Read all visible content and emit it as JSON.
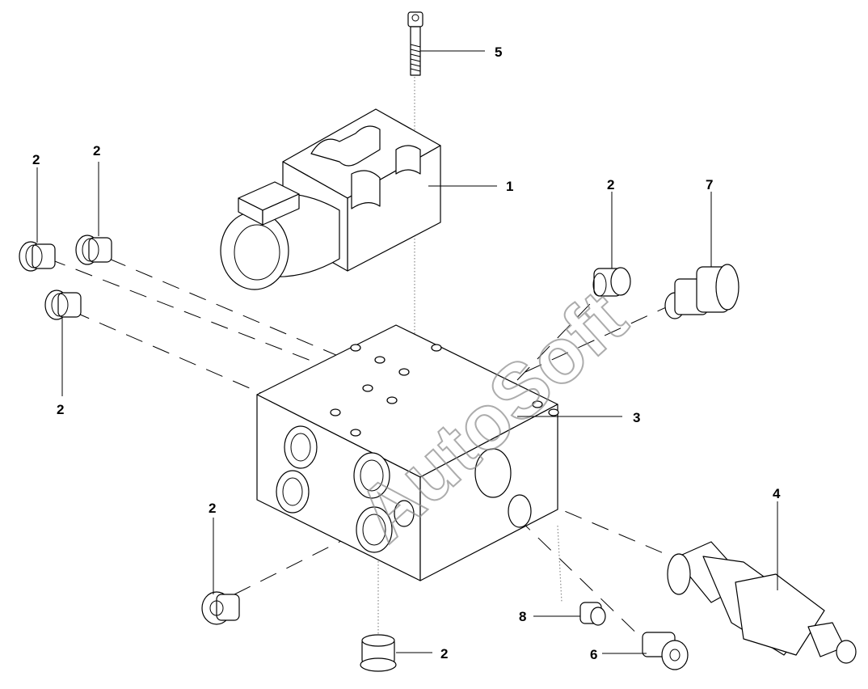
{
  "watermark": "AutoSoft",
  "callouts": [
    {
      "id": "c5",
      "text": "5"
    },
    {
      "id": "c1",
      "text": "1"
    },
    {
      "id": "c2a",
      "text": "2"
    },
    {
      "id": "c2b",
      "text": "2"
    },
    {
      "id": "c2c",
      "text": "2"
    },
    {
      "id": "c2d",
      "text": "2"
    },
    {
      "id": "c7",
      "text": "7"
    },
    {
      "id": "c3",
      "text": "3"
    },
    {
      "id": "c4",
      "text": "4"
    },
    {
      "id": "c2e",
      "text": "2"
    },
    {
      "id": "c8",
      "text": "8"
    },
    {
      "id": "c6",
      "text": "6"
    },
    {
      "id": "c2f",
      "text": "2"
    }
  ]
}
